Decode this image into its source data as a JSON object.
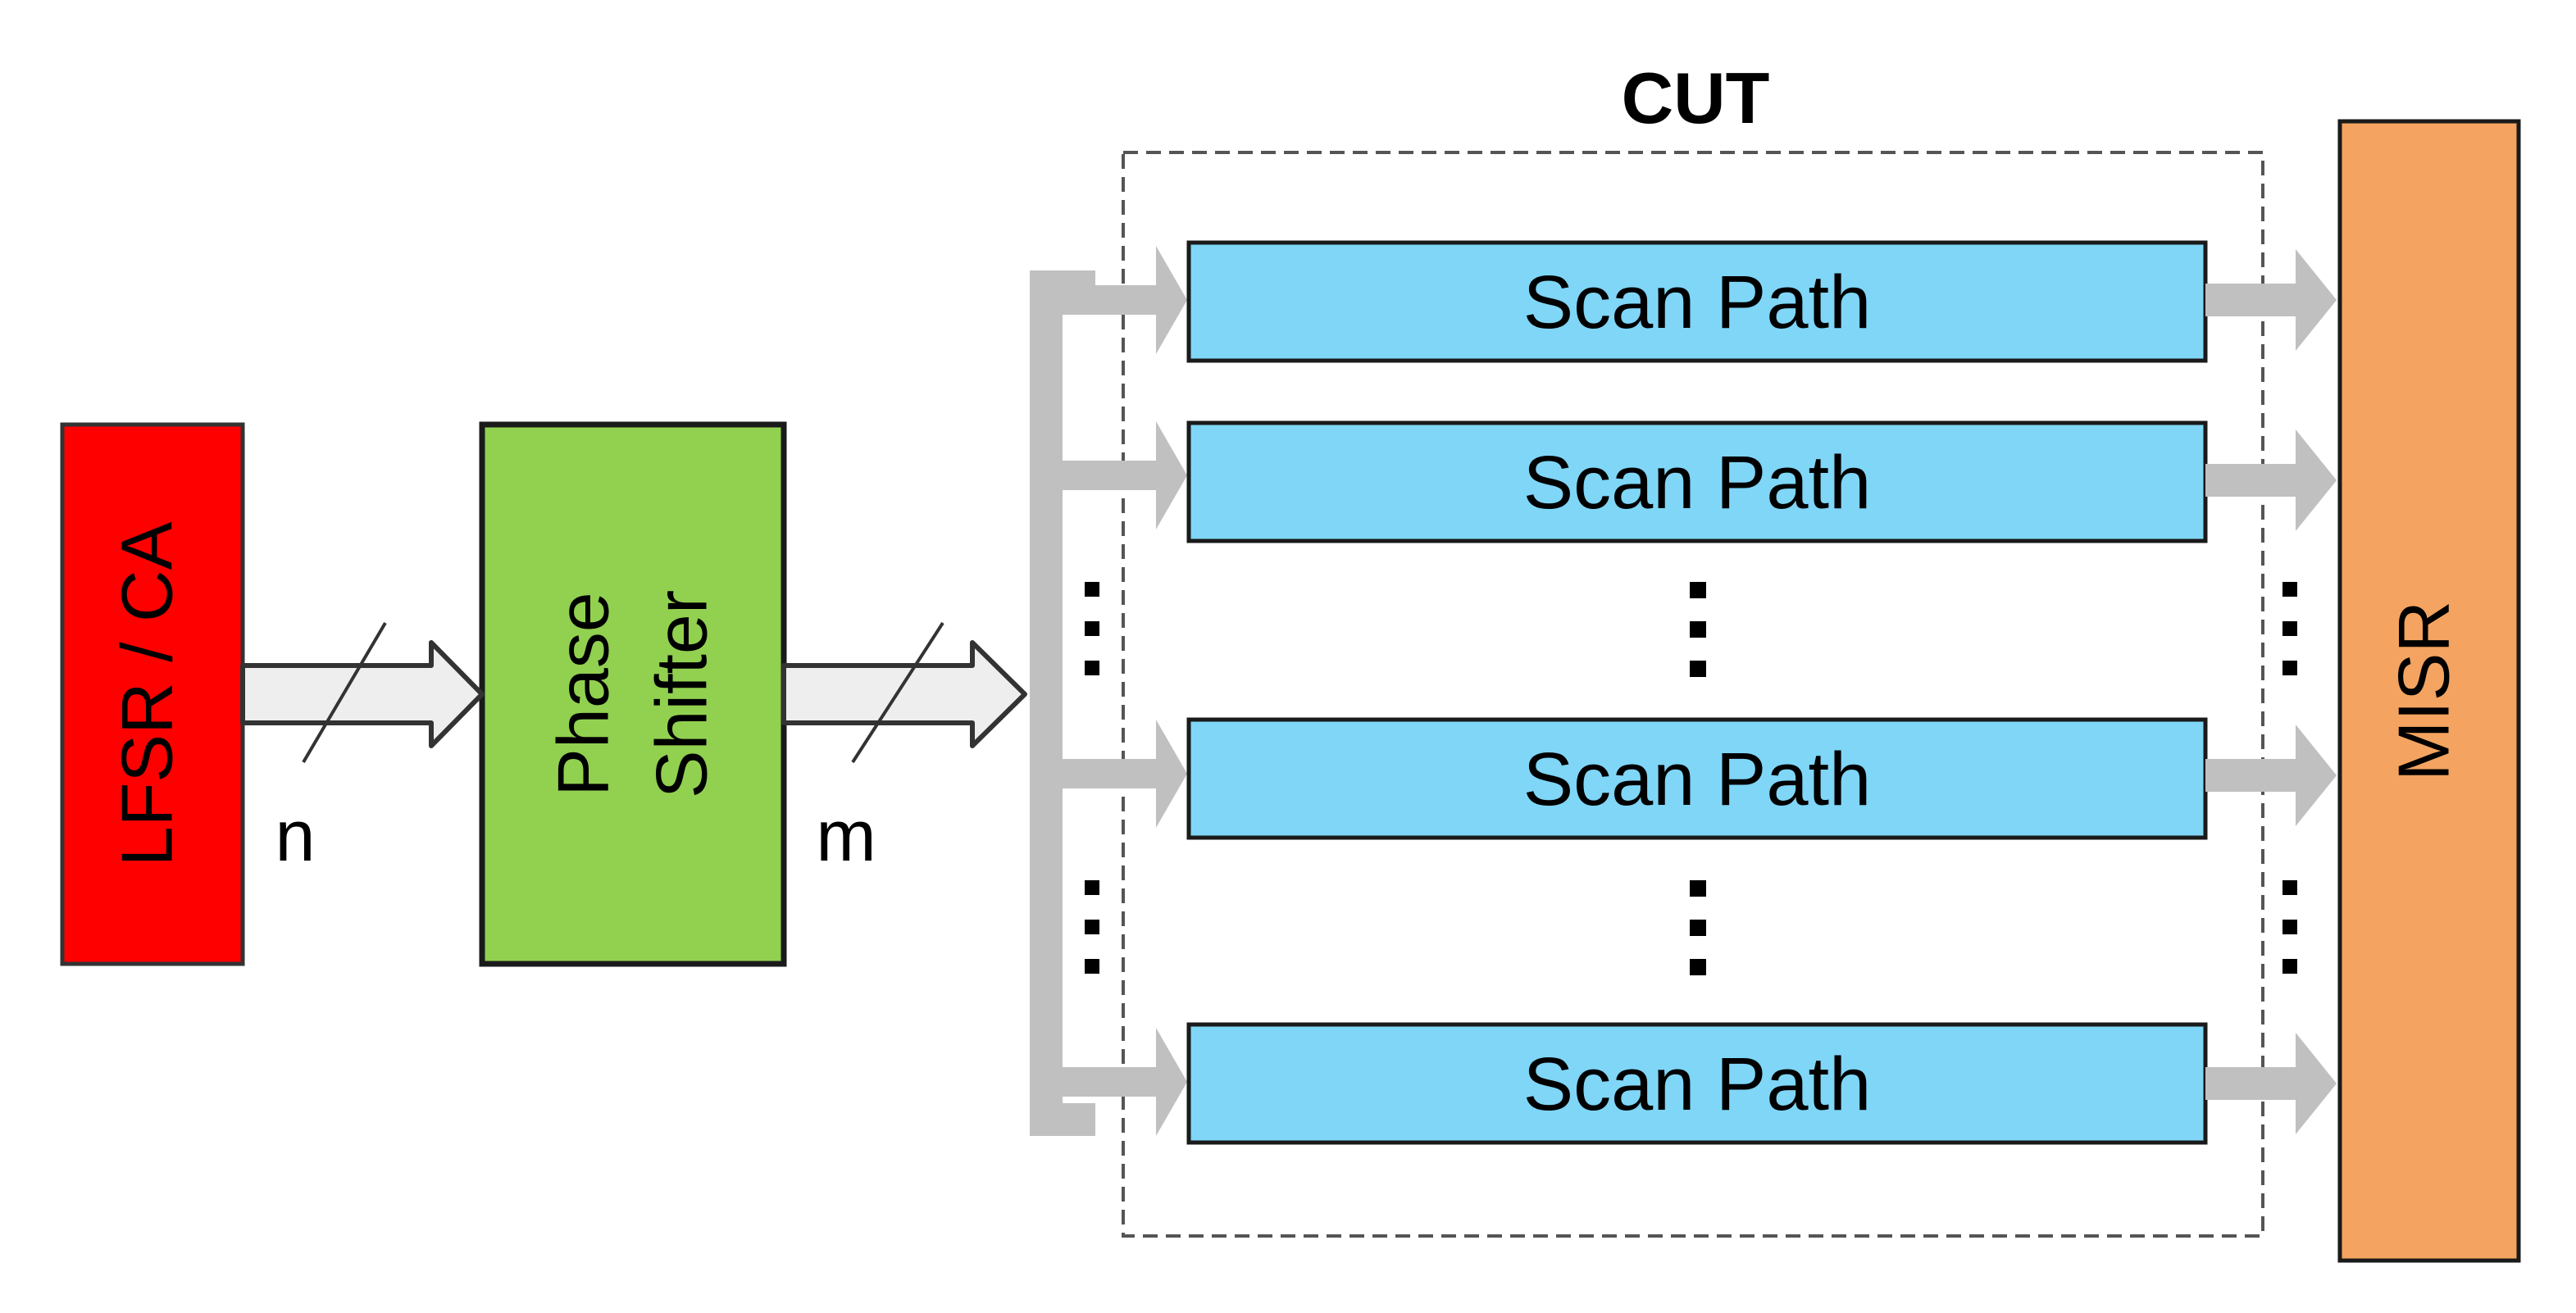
{
  "cut": {
    "title": "CUT"
  },
  "blocks": {
    "lfsr": {
      "label": "LFSR / CA",
      "color": "#ff0000"
    },
    "phase_shifter": {
      "line1": "Phase",
      "line2": "Shifter",
      "color": "#92d050"
    },
    "misr": {
      "label": "MISR",
      "color": "#f4a460"
    }
  },
  "bus_labels": {
    "n": "n",
    "m": "m"
  },
  "scan_paths": [
    {
      "label": "Scan Path"
    },
    {
      "label": "Scan Path"
    },
    {
      "label": "Scan Path"
    },
    {
      "label": "Scan Path"
    }
  ],
  "colors": {
    "scan_path_fill": "#7fd6f7",
    "bus_arrow_fill": "#eeeeee",
    "distribution_gray": "#c0c0c0"
  }
}
